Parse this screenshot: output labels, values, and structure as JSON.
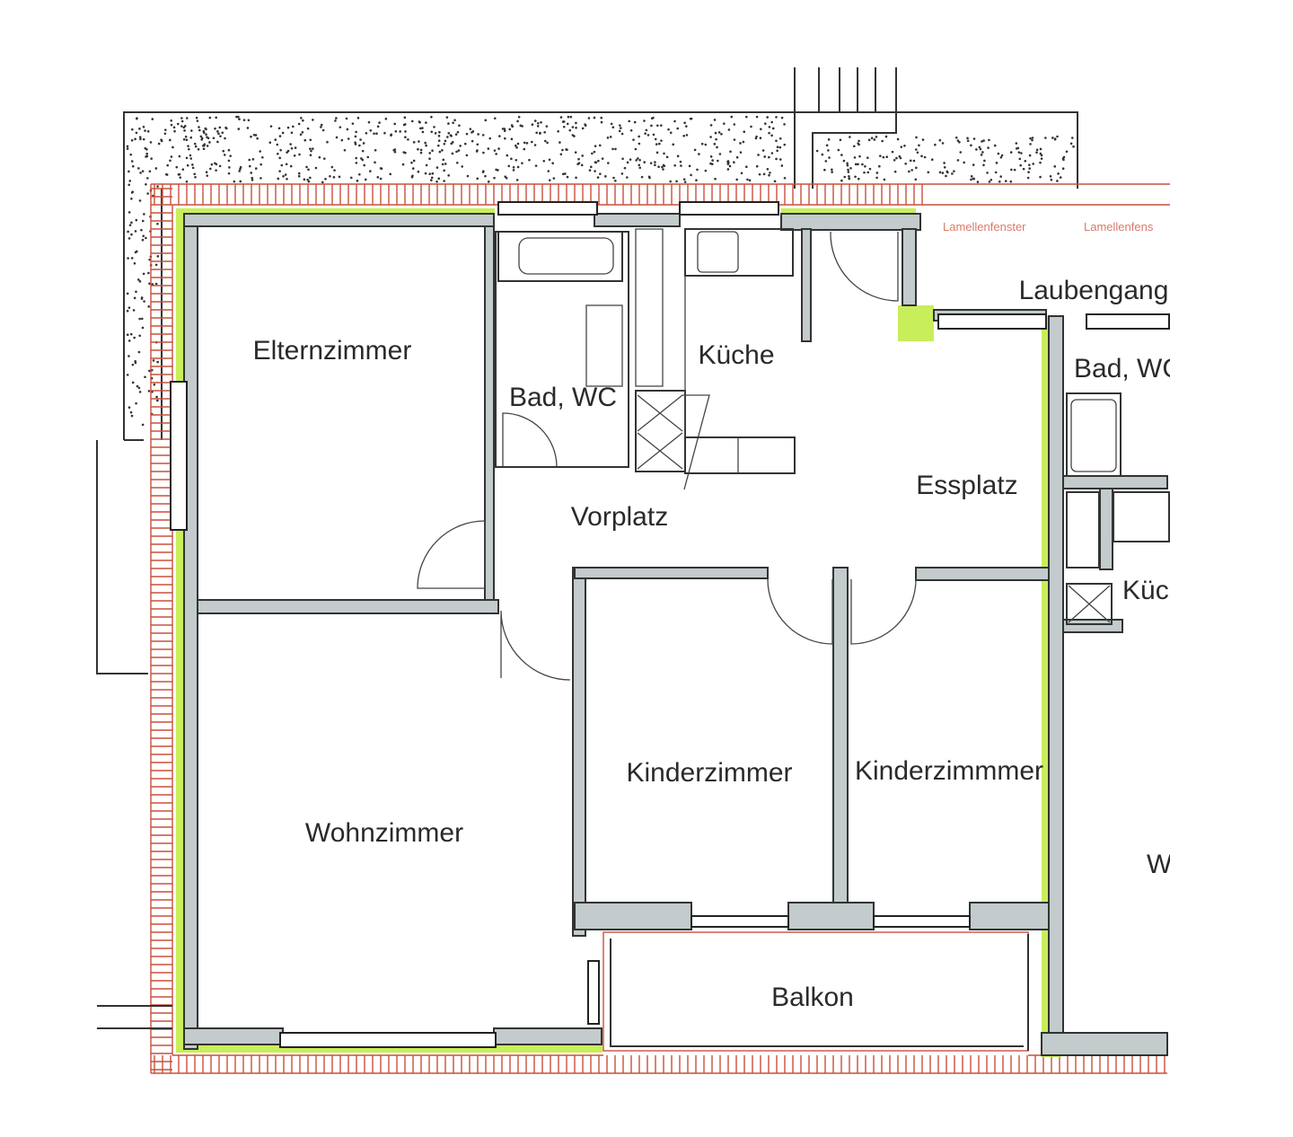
{
  "rooms": {
    "elternzimmer": "Elternzimmer",
    "bad_wc": "Bad, WC",
    "kueche": "Küche",
    "vorplatz": "Vorplatz",
    "essplatz": "Essplatz",
    "wohnzimmer": "Wohnzimmer",
    "kinderzimmer_1": "Kinderzimmer",
    "kinderzimmer_2": "Kinderzimmmer",
    "balkon": "Balkon",
    "laubengang": "Laubengang"
  },
  "neighbor_unit": {
    "bad_wc": "Bad, WC",
    "kueche": "Küch",
    "wohnzimmer": "W"
  },
  "annotations": {
    "lamellenfenster_1": "Lamellenfenster",
    "lamellenfenster_2": "Lamellenfens"
  },
  "colors": {
    "wall": "#c3cbcc",
    "insulation": "#c8ee5a",
    "brick_outline": "#c9503c"
  }
}
